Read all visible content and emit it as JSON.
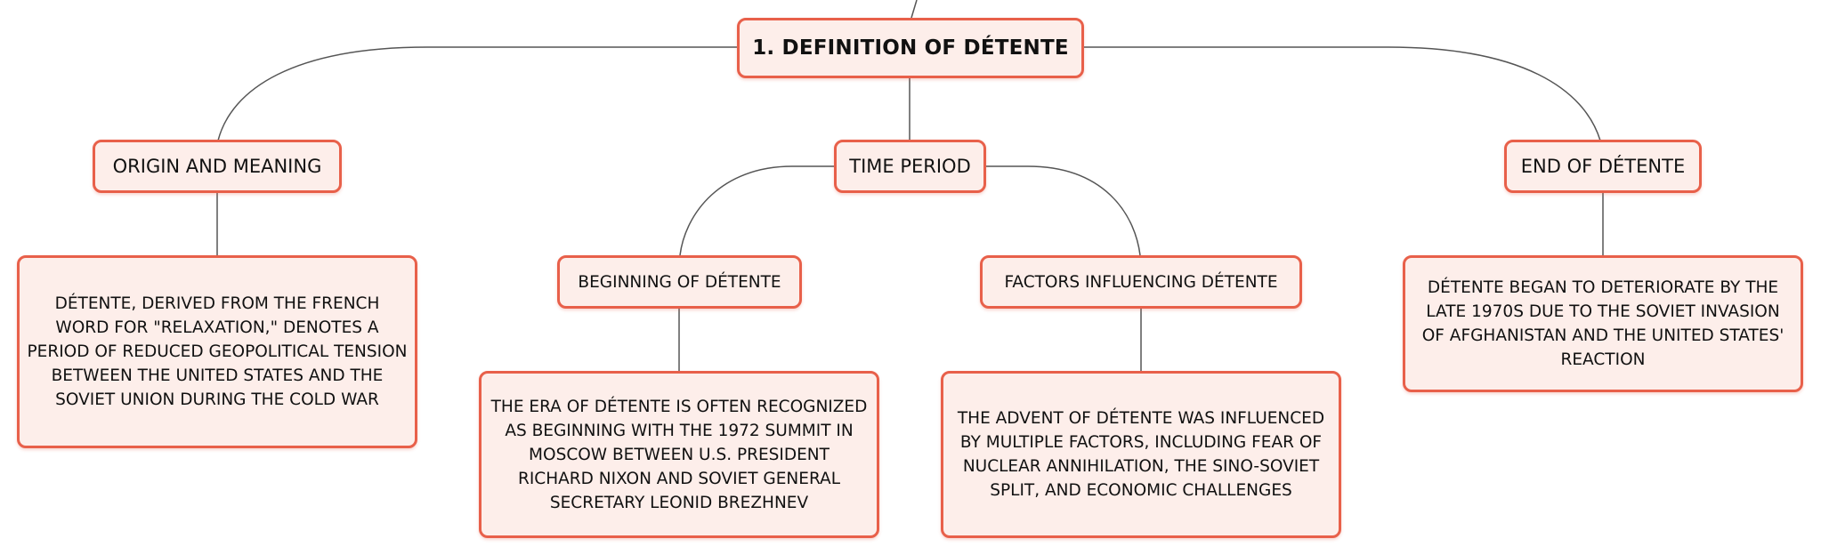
{
  "colors": {
    "border": "#e8604a",
    "fill": "#fdeeea",
    "line": "#555555"
  },
  "root": {
    "label": "1. DEFINITION OF DÉTENTE"
  },
  "topics": {
    "origin": {
      "label": "ORIGIN AND MEANING",
      "detail": "DÉTENTE, DERIVED FROM THE FRENCH WORD FOR \"RELAXATION,\" DENOTES A PERIOD OF REDUCED GEOPOLITICAL TENSION BETWEEN THE UNITED STATES AND THE SOVIET UNION DURING THE COLD WAR"
    },
    "time_period": {
      "label": "TIME PERIOD",
      "beginning": {
        "label": "BEGINNING OF DÉTENTE",
        "detail": "THE ERA OF DÉTENTE IS OFTEN RECOGNIZED AS BEGINNING WITH THE 1972 SUMMIT IN MOSCOW BETWEEN U.S. PRESIDENT RICHARD NIXON AND SOVIET GENERAL SECRETARY LEONID BREZHNEV"
      },
      "factors": {
        "label": "FACTORS INFLUENCING DÉTENTE",
        "detail": "THE ADVENT OF DÉTENTE WAS INFLUENCED BY MULTIPLE FACTORS, INCLUDING FEAR OF NUCLEAR ANNIHILATION, THE SINO-SOVIET SPLIT, AND ECONOMIC CHALLENGES"
      }
    },
    "end": {
      "label": "END OF DÉTENTE",
      "detail": "DÉTENTE BEGAN TO DETERIORATE BY THE LATE 1970S DUE TO THE SOVIET INVASION OF AFGHANISTAN AND THE UNITED STATES' REACTION"
    }
  }
}
